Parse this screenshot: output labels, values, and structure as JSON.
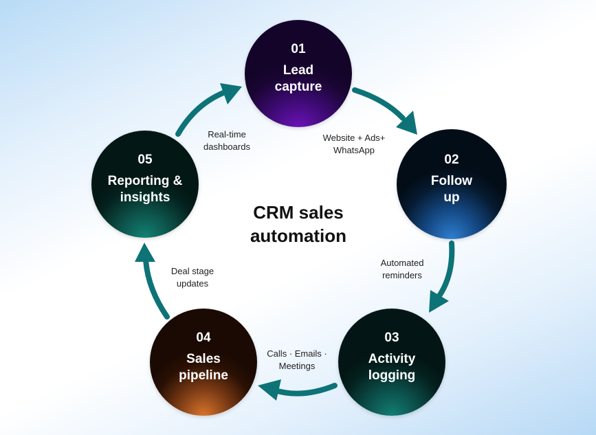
{
  "diagram": {
    "title_line1": "CRM sales",
    "title_line2": "automation",
    "arrow_color": "#0d7377",
    "steps": [
      {
        "number": "01",
        "label_line1": "Lead",
        "label_line2": "capture",
        "theme_color": "#6a12b8"
      },
      {
        "number": "02",
        "label_line1": "Follow",
        "label_line2": "up",
        "theme_color": "#2e7fd0"
      },
      {
        "number": "03",
        "label_line1": "Activity",
        "label_line2": "logging",
        "theme_color": "#127e74"
      },
      {
        "number": "04",
        "label_line1": "Sales",
        "label_line2": "pipeline",
        "theme_color": "#d8742c"
      },
      {
        "number": "05",
        "label_line1": "Reporting &",
        "label_line2": "insights",
        "theme_color": "#138274"
      }
    ],
    "transitions": [
      {
        "from": "01",
        "to": "02",
        "caption_line1": "Website + Ads+",
        "caption_line2": "WhatsApp"
      },
      {
        "from": "02",
        "to": "03",
        "caption_line1": "Automated",
        "caption_line2": "reminders"
      },
      {
        "from": "03",
        "to": "04",
        "caption_line1": "Calls · Emails ·",
        "caption_line2": "Meetings"
      },
      {
        "from": "04",
        "to": "05",
        "caption_line1": "Deal stage",
        "caption_line2": "updates"
      },
      {
        "from": "05",
        "to": "01",
        "caption_line1": "Real-time",
        "caption_line2": "dashboards"
      }
    ]
  }
}
